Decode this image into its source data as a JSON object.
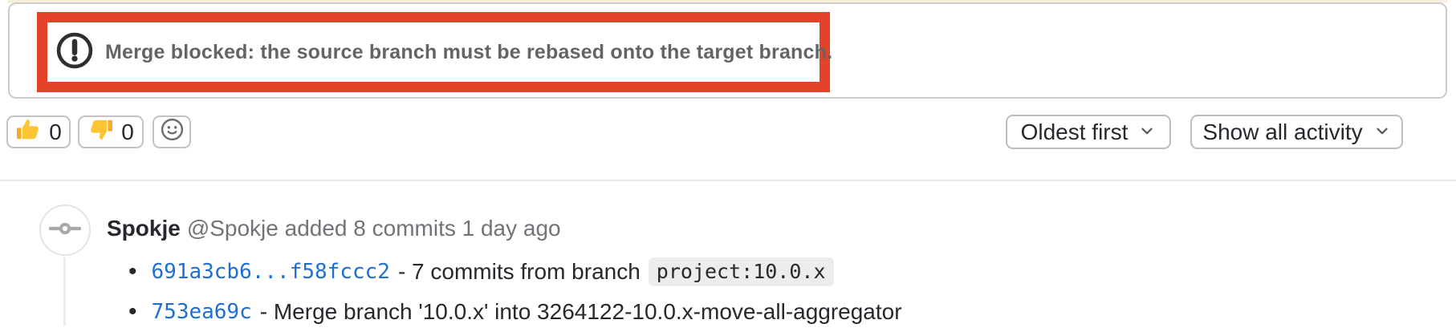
{
  "colors": {
    "annotation_red": "#e2432a",
    "link_blue": "#1f6fd0",
    "chip_bg": "#ececec",
    "top_strip_cream": "#f7eedb"
  },
  "alert": {
    "icon": "exclamation-circle-icon",
    "message": "Merge blocked: the source branch must be rebased onto the target branch."
  },
  "reactions": {
    "thumbs_up": {
      "icon": "thumbs-up-emoji",
      "count": "0"
    },
    "thumbs_down": {
      "icon": "thumbs-down-emoji",
      "count": "0"
    },
    "emoji_picker": {
      "icon": "smiley-face-icon"
    }
  },
  "filters": {
    "sort_label": "Oldest first",
    "activity_label": "Show all activity"
  },
  "timeline": {
    "item_icon": "git-commit-icon",
    "author": "Spokje",
    "meta": "@Spokje added 8 commits 1 day ago",
    "commits": [
      {
        "sha": "691a3cb6...f58fccc2",
        "text": "- 7 commits from branch",
        "branch_chip": "project:10.0.x"
      },
      {
        "sha": "753ea69c",
        "text": "- Merge branch '10.0.x' into 3264122-10.0.x-move-all-aggregator"
      }
    ]
  }
}
